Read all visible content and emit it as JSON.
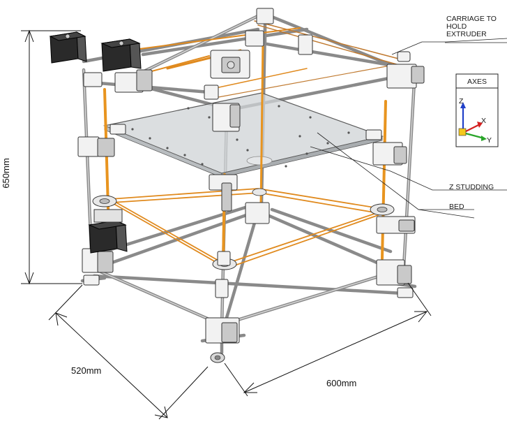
{
  "labels": {
    "carriage_line1": "CARRIAGE TO",
    "carriage_line2": "HOLD",
    "carriage_line3": "EXTRUDER",
    "z_studding": "Z STUDDING",
    "bed": "BED"
  },
  "axes_box": {
    "title": "AXES",
    "x": "X",
    "y": "Y",
    "z": "Z"
  },
  "dimensions": {
    "height": "650mm",
    "depth": "520mm",
    "width": "600mm"
  },
  "colors": {
    "rod": "#8a8a8a",
    "belt": "#e08a1e",
    "z_studding": "#e8941f",
    "bed": "#cfd3d6",
    "motor": "#2a2a2a",
    "axis_x": "#d42020",
    "axis_y": "#2aa52a",
    "axis_z": "#2040c8"
  }
}
